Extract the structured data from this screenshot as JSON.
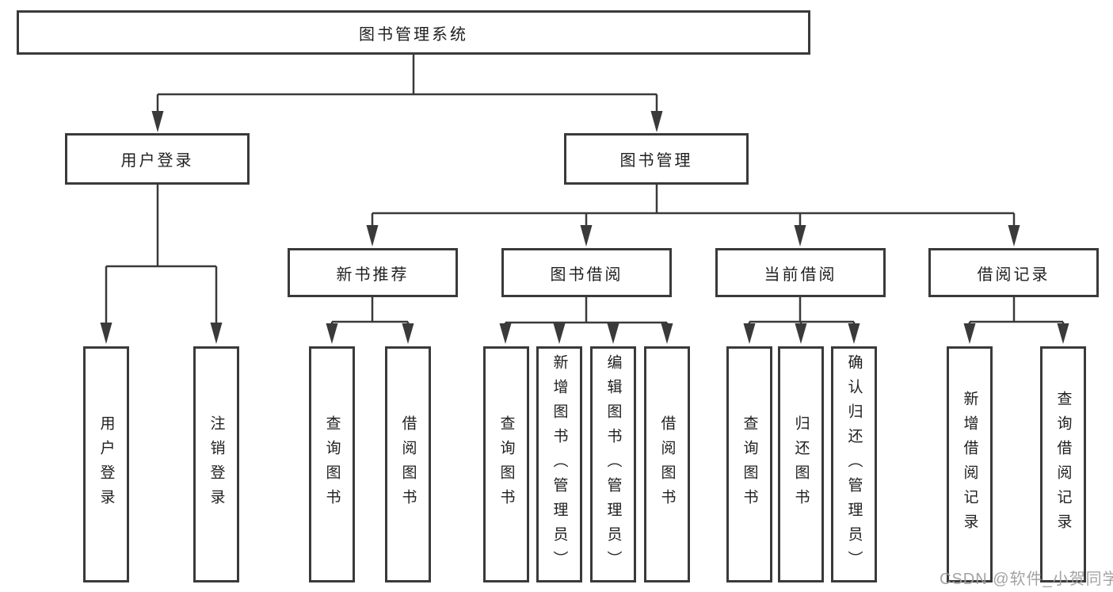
{
  "tree": {
    "root": "图书管理系统",
    "branches": [
      {
        "label": "用户登录",
        "leaves": [
          "用户登录",
          "注销登录"
        ]
      },
      {
        "label": "图书管理",
        "sections": [
          {
            "label": "新书推荐",
            "leaves": [
              "查询图书",
              "借阅图书"
            ]
          },
          {
            "label": "图书借阅",
            "leaves": [
              "查询图书",
              "新增图书（管理员）",
              "编辑图书（管理员）",
              "借阅图书"
            ]
          },
          {
            "label": "当前借阅",
            "leaves": [
              "查询图书",
              "归还图书",
              "确认归还（管理员）"
            ]
          },
          {
            "label": "借阅记录",
            "leaves": [
              "新增借阅记录",
              "查询借阅记录"
            ]
          }
        ]
      }
    ]
  },
  "watermark": {
    "text": "CSDN @软件_小贺同学"
  },
  "colors": {
    "line": "#3a3a3a",
    "box_border": "#3a3a3a",
    "box_fill": "#ffffff",
    "text": "#1f1f1f",
    "watermark": "#9e9e9e",
    "background": "#ffffff"
  }
}
